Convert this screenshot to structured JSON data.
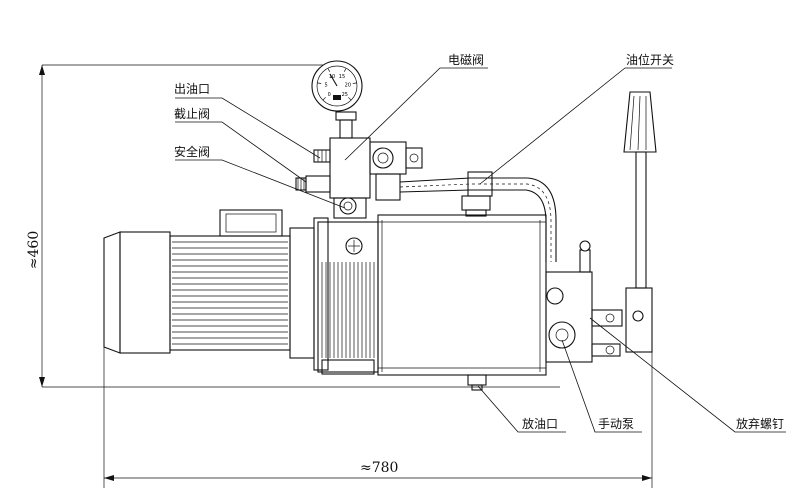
{
  "labels": {
    "outlet": "出油口",
    "stop_valve": "截止阀",
    "safety_valve": "安全阀",
    "solenoid_valve": "电磁阀",
    "level_switch": "油位开关",
    "drain_port": "放油口",
    "hand_pump": "手动泵",
    "release_screw": "放弃螺钉"
  },
  "dimensions": {
    "height": "≈460",
    "width": "≈780"
  },
  "gauge": {
    "scale_marks": [
      "0",
      "5",
      "10",
      "15",
      "20",
      "25"
    ]
  },
  "colors": {
    "line": "#111111",
    "background": "#ffffff"
  }
}
